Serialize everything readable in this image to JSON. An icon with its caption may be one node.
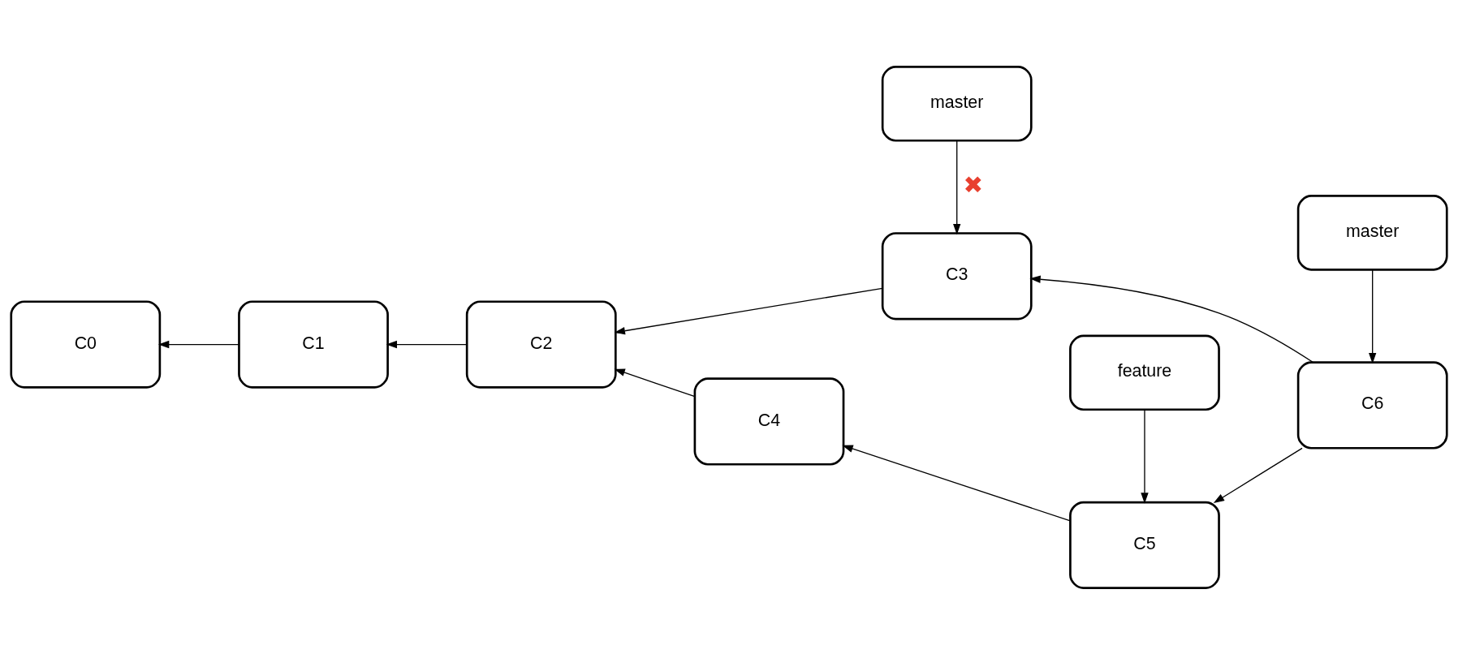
{
  "diagram": {
    "nodes": [
      {
        "text": [
          "master"
        ]
      },
      {
        "text": [
          "master"
        ]
      },
      {
        "text": [
          "C0"
        ]
      },
      {
        "text": [
          "C1"
        ]
      },
      {
        "text": [
          "C2"
        ]
      },
      {
        "text": [
          "C3"
        ]
      },
      {
        "text": [
          "C6"
        ]
      },
      {
        "text": [
          "C4"
        ]
      },
      {
        "text": [
          "C5"
        ]
      },
      {
        "text": [
          "feature"
        ]
      }
    ],
    "edges": [
      {
        "from": 3,
        "to": 2,
        "arrow": "to"
      },
      {
        "from": 4,
        "to": 3,
        "arrow": "to"
      },
      {
        "from": 5,
        "to": 4,
        "arrow": "to"
      },
      {
        "from": 6,
        "to": 5,
        "arrow": "to"
      },
      {
        "from": 0,
        "to": 5,
        "arrow": "to",
        "label": "✖"
      },
      {
        "from": 1,
        "to": 6,
        "arrow": "to"
      },
      {
        "from": 7,
        "to": 4,
        "arrow": "to"
      },
      {
        "from": 6,
        "to": 8,
        "arrow": "to"
      },
      {
        "from": 8,
        "to": 7,
        "arrow": "to"
      },
      {
        "from": 9,
        "to": 8,
        "arrow": "to"
      }
    ]
  }
}
